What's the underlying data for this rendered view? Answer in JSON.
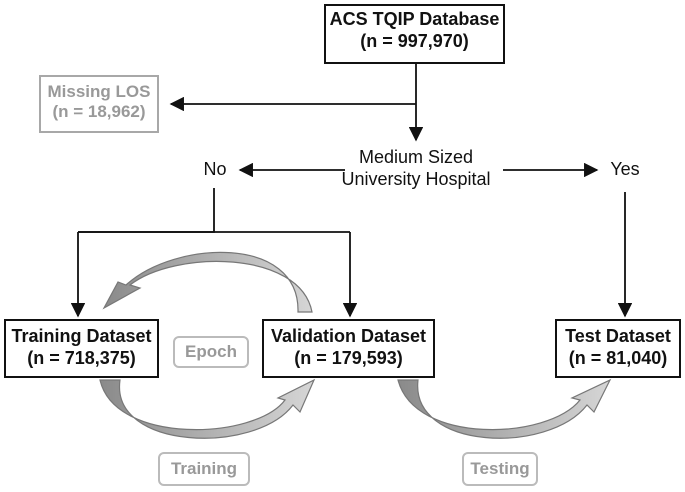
{
  "nodes": {
    "root": {
      "line1": "ACS TQIP Database",
      "line2": "(n = 997,970)"
    },
    "missing": {
      "line1": "Missing LOS",
      "line2": "(n = 18,962)"
    },
    "decision": {
      "line1": "Medium Sized",
      "line2": "University Hospital"
    },
    "no_label": "No",
    "yes_label": "Yes",
    "training": {
      "line1": "Training Dataset",
      "line2": "(n = 718,375)"
    },
    "validation": {
      "line1": "Validation Dataset",
      "line2": "(n = 179,593)"
    },
    "test": {
      "line1": "Test Dataset",
      "line2": "(n = 81,040)"
    }
  },
  "process_labels": {
    "epoch": "Epoch",
    "training": "Training",
    "testing": "Testing"
  },
  "colors": {
    "line": "#111111",
    "muted_text": "#999999",
    "curve_fill": "#b4b4b4",
    "pill_border": "#bbbbbb"
  }
}
